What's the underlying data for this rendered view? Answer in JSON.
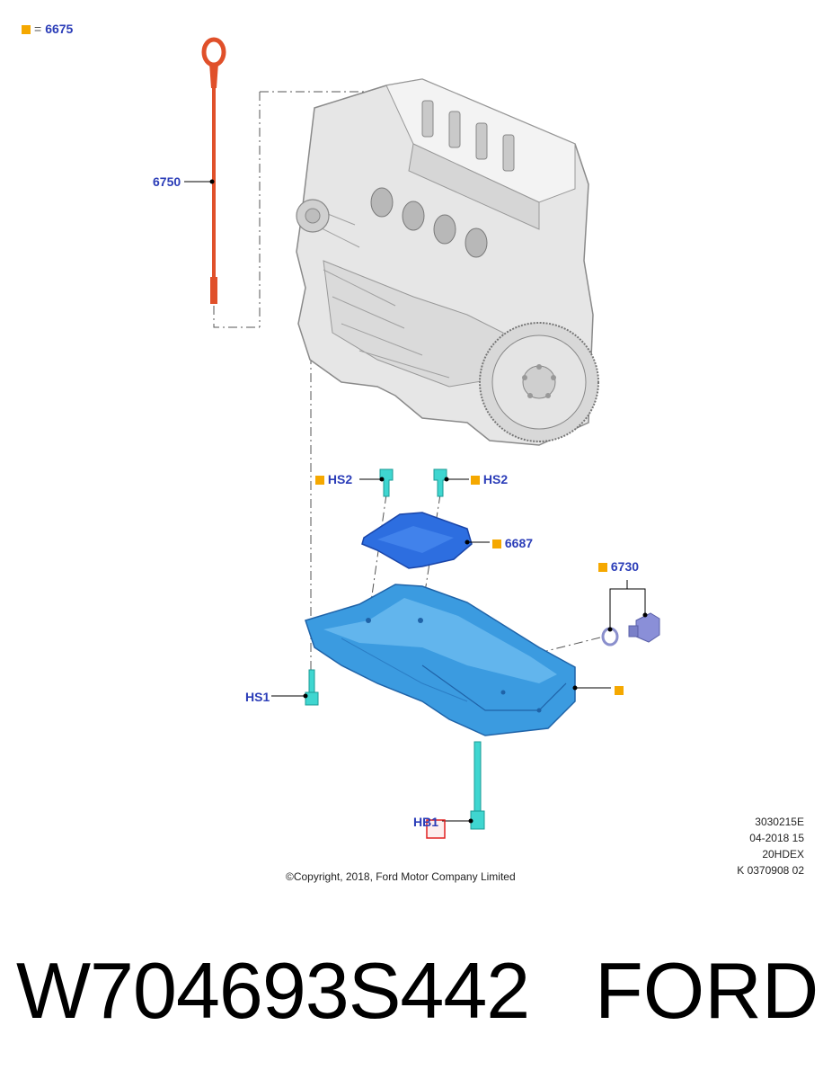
{
  "legend": {
    "value": "6675"
  },
  "callouts": {
    "dipstick": "6750",
    "bolt_left": "HS2",
    "bolt_right": "HS2",
    "baffle": "6687",
    "drain_plug": "6730",
    "pan_bolt": "HS1",
    "pan_bolt_long": "HB1"
  },
  "meta": {
    "line1": "3030215E",
    "line2": "04-2018 15",
    "line3": "20HDEX",
    "line4": "K 0370908 02"
  },
  "copyright": "©Copyright, 2018, Ford Motor Company Limited",
  "caption": {
    "part_number": "W704693S442",
    "brand": "FORD"
  },
  "colors": {
    "callout_blue": "#2b3db8",
    "square_orange": "#f5a800",
    "pan_blue": "#3b9be0",
    "dipstick_red": "#e0502a",
    "bolt_cyan": "#3fd6d0",
    "highlight_red": "#e02020"
  }
}
